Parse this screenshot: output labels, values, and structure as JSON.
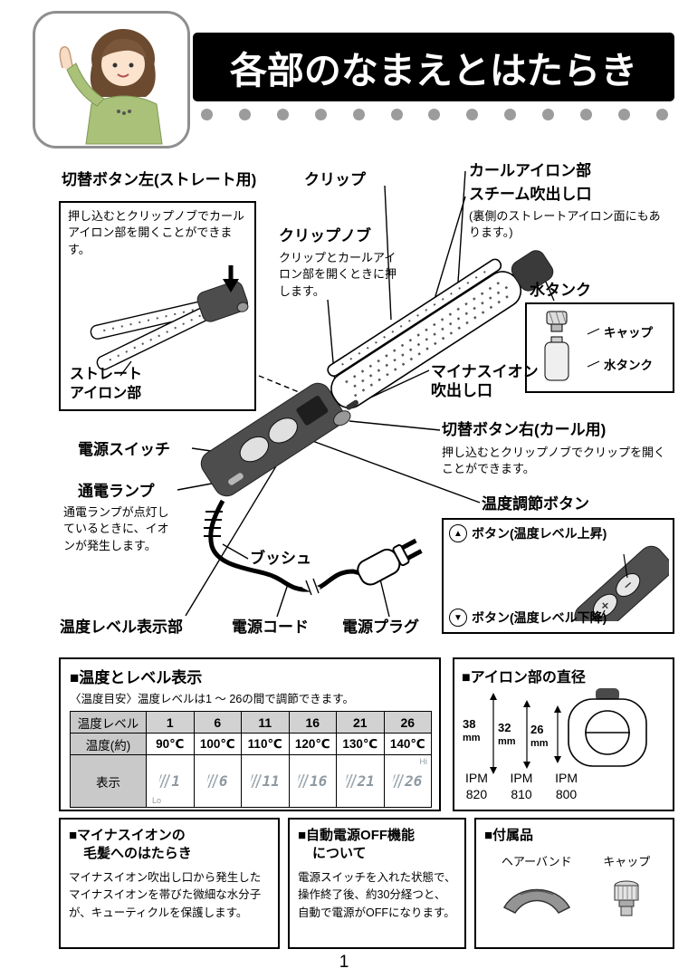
{
  "header": {
    "title": "各部のなまえとはたらき"
  },
  "diagram": {
    "switch_left": {
      "label": "切替ボタン左(ストレート用)",
      "desc": "押し込むとクリップノブでカールアイロン部を開くことができます。"
    },
    "straight_iron": {
      "label": "ストレートアイロン部"
    },
    "clip": {
      "label": "クリップ"
    },
    "clip_knob": {
      "label": "クリップノブ",
      "desc": "クリップとカールアイロン部を開くときに押します。"
    },
    "curl_iron": {
      "label": "カールアイロン部"
    },
    "steam_outlet": {
      "label": "スチーム吹出し口",
      "note": "(裏側のストレートアイロン面にもあります。)"
    },
    "water_tank": {
      "label": "水タンク",
      "cap_label": "キャップ",
      "tank_label": "水タンク"
    },
    "minus_ion_outlet": {
      "label": "マイナスイオン吹出し口"
    },
    "switch_right": {
      "label": "切替ボタン右(カール用)",
      "desc": "押し込むとクリップノブでクリップを開くことができます。"
    },
    "power_switch": {
      "label": "電源スイッチ"
    },
    "power_lamp": {
      "label": "通電ランプ",
      "desc": "通電ランプが点灯しているときに、イオンが発生します。"
    },
    "temp_button": {
      "label": "温度調節ボタン",
      "up_icon": "▲",
      "up_label": "ボタン(温度レベル上昇)",
      "down_icon": "▼",
      "down_label": "ボタン(温度レベル下降)"
    },
    "bush": {
      "label": "ブッシュ"
    },
    "temp_display": {
      "label": "温度レベル表示部"
    },
    "power_cord": {
      "label": "電源コード"
    },
    "power_plug": {
      "label": "電源プラグ"
    }
  },
  "temp_table": {
    "heading": "■温度とレベル表示",
    "subtitle": "〈温度目安〉温度レベルは1 〜 26の間で調節できます。",
    "row_level_label": "温度レベル",
    "levels": [
      "1",
      "6",
      "11",
      "16",
      "21",
      "26"
    ],
    "row_temp_label": "温度(約)",
    "temps": [
      "90℃",
      "100℃",
      "110℃",
      "120℃",
      "130℃",
      "140℃"
    ],
    "row_display_label": "表示",
    "display_values": [
      "1",
      "6",
      "11",
      "16",
      "21",
      "26"
    ],
    "display_lo": "Lo",
    "display_hi": "Hi"
  },
  "diameter": {
    "heading": "■アイロン部の直径",
    "sizes": [
      "38",
      "32",
      "26"
    ],
    "unit": "mm",
    "models": [
      {
        "name": "IPM",
        "num": "820"
      },
      {
        "name": "IPM",
        "num": "810"
      },
      {
        "name": "IPM",
        "num": "800"
      }
    ]
  },
  "info_boxes": {
    "ion": {
      "heading_line1": "■マイナスイオンの",
      "heading_line2": "毛髪へのはたらき",
      "body": "マイナスイオン吹出し口から発生したマイナスイオンを帯びた微細な水分子が、キューティクルを保護します。"
    },
    "auto_off": {
      "heading_line1": "■自動電源OFF機能",
      "heading_line2": "について",
      "body": "電源スイッチを入れた状態で、操作終了後、約30分経つと、自動で電源がOFFになります。"
    },
    "accessories": {
      "heading": "■付属品",
      "item1": "ヘアーバンド",
      "item2": "キャップ"
    }
  },
  "footer": {
    "page_number": "1"
  }
}
